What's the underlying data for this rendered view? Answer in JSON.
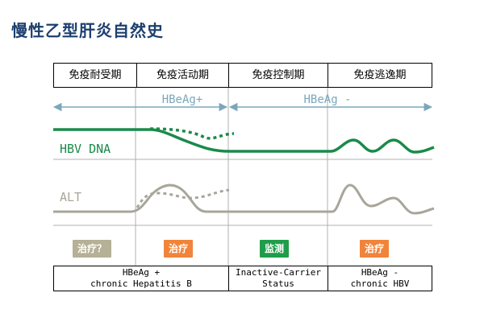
{
  "title": "慢性乙型肝炎自然史",
  "phases": [
    "免疫耐受期",
    "免疫活动期",
    "免疫控制期",
    "免疫逃逸期"
  ],
  "antigen": {
    "positive": "HBeAg+",
    "negative": "HBeAg -"
  },
  "rows": {
    "hbv": "HBV DNA",
    "alt": "ALT"
  },
  "treatments": [
    {
      "label": "治疗？",
      "color": "#b5b096"
    },
    {
      "label": "治疗",
      "color": "#f0843a"
    },
    {
      "label": "监测",
      "color": "#1f9d4a"
    },
    {
      "label": "治疗",
      "color": "#f0843a"
    }
  ],
  "stages": [
    {
      "line1": "HBeAg +",
      "line2": "chronic Hepatitis B"
    },
    {
      "line1": "Inactive-Carrier",
      "line2": "Status"
    },
    {
      "line1": "HBeAg -",
      "line2": "chronic HBV"
    }
  ],
  "colors": {
    "title": "#1c3f6e",
    "hbv": "#1a8a4a",
    "alt": "#a8a59a",
    "arrow": "#7ba7bc",
    "arrow_label": "#7ba7bc"
  }
}
